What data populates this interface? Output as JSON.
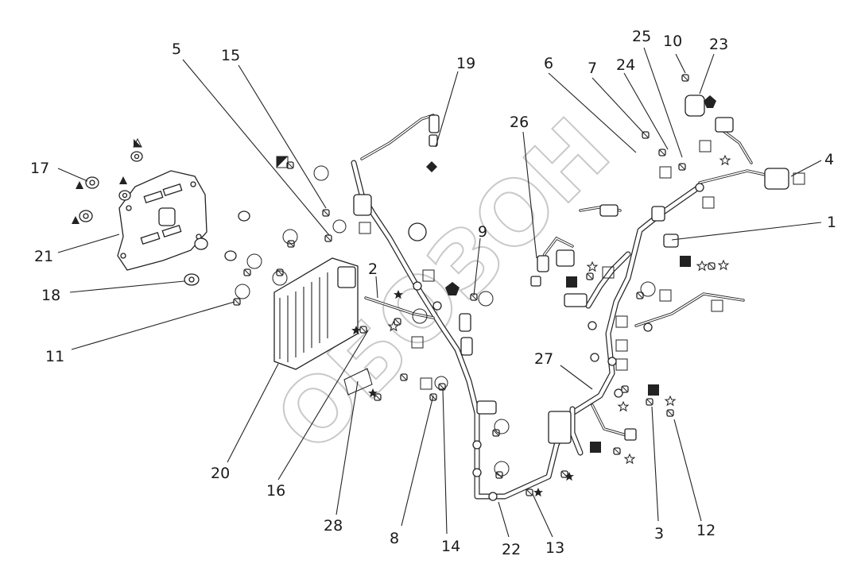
{
  "watermark": "ОБОЗОН",
  "callouts": [
    {
      "id": "c1",
      "text": "1"
    },
    {
      "id": "c2",
      "text": "2"
    },
    {
      "id": "c3",
      "text": "3"
    },
    {
      "id": "c4",
      "text": "4"
    },
    {
      "id": "c5",
      "text": "5"
    },
    {
      "id": "c6",
      "text": "6"
    },
    {
      "id": "c7",
      "text": "7"
    },
    {
      "id": "c8",
      "text": "8"
    },
    {
      "id": "c9",
      "text": "9"
    },
    {
      "id": "c10",
      "text": "10"
    },
    {
      "id": "c11",
      "text": "11"
    },
    {
      "id": "c12",
      "text": "12"
    },
    {
      "id": "c13",
      "text": "13"
    },
    {
      "id": "c14",
      "text": "14"
    },
    {
      "id": "c15",
      "text": "15"
    },
    {
      "id": "c16",
      "text": "16"
    },
    {
      "id": "c17",
      "text": "17"
    },
    {
      "id": "c18",
      "text": "18"
    },
    {
      "id": "c19",
      "text": "19"
    },
    {
      "id": "c20",
      "text": "20"
    },
    {
      "id": "c21",
      "text": "21"
    },
    {
      "id": "c22",
      "text": "22"
    },
    {
      "id": "c23",
      "text": "23"
    },
    {
      "id": "c24",
      "text": "24"
    },
    {
      "id": "c25",
      "text": "25"
    },
    {
      "id": "c26",
      "text": "26"
    },
    {
      "id": "c27",
      "text": "27"
    },
    {
      "id": "c28",
      "text": "28"
    }
  ],
  "colors": {
    "line": "#222222",
    "watermark": "#c9c9c9",
    "background": "#ffffff"
  }
}
